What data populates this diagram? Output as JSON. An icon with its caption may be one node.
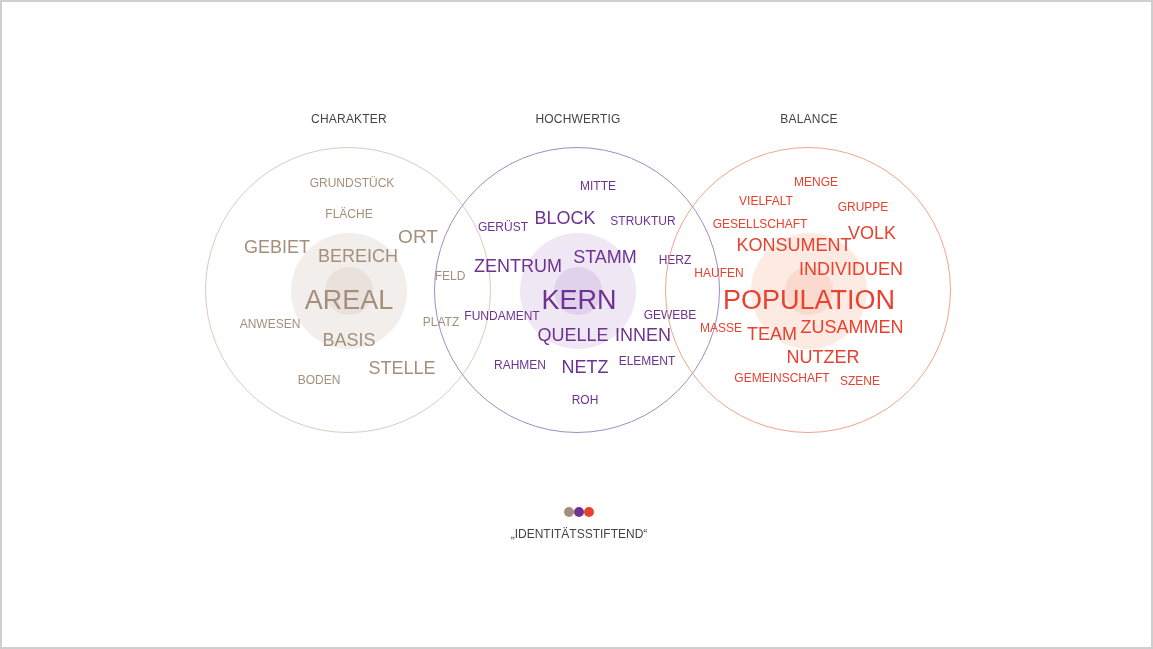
{
  "diagram": {
    "caption": "„IDENTITÄTSSTIFTEND“",
    "nodes": [
      {
        "text": [
          "CHARAKTER",
          "GRUNDSTÜCK",
          "FLÄCHE",
          "ORT",
          "GEBIET",
          "BEREICH",
          "FELD",
          "AREAL",
          "ANWESEN",
          "PLATZ",
          "BASIS",
          "STELLE",
          "BODEN"
        ]
      },
      {
        "text": [
          "HOCHWERTIG",
          "MITTE",
          "GERÜST",
          "BLOCK",
          "STRUKTUR",
          "ZENTRUM",
          "STAMM",
          "HERZ",
          "KERN",
          "FUNDAMENT",
          "GEWEBE",
          "QUELLE",
          "INNEN",
          "RAHMEN",
          "NETZ",
          "ELEMENT",
          "ROH"
        ]
      },
      {
        "text": [
          "BALANCE",
          "MENGE",
          "VIELFALT",
          "GRUPPE",
          "GESELLSCHAFT",
          "VOLK",
          "KONSUMENT",
          "HAUFEN",
          "INDIVIDUEN",
          "POPULATION",
          "MASSE",
          "TEAM",
          "ZUSAMMEN",
          "NUTZER",
          "GEMEINSCHAFT",
          "SZENE"
        ]
      }
    ]
  }
}
